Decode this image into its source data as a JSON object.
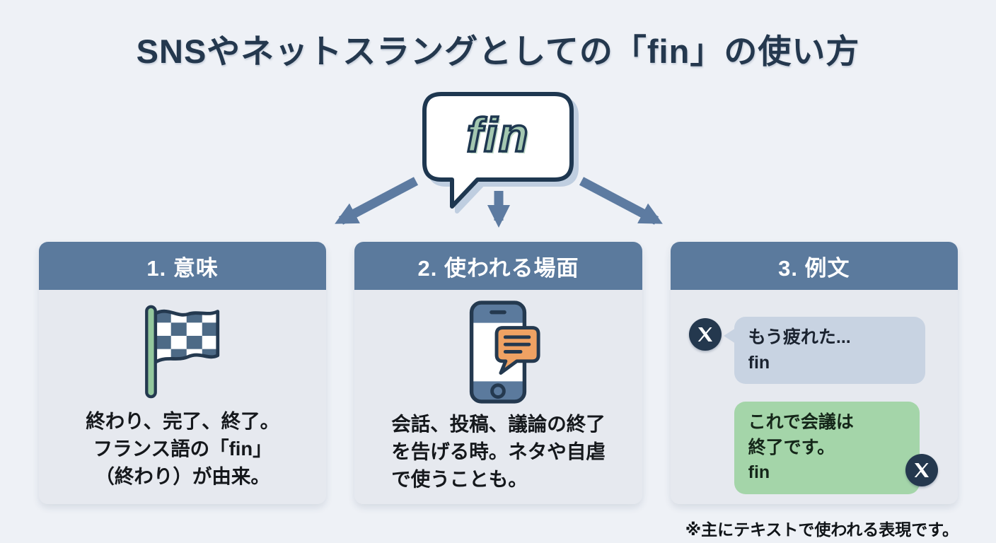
{
  "title": "SNSやネットスラングとしての「fin」の使い方",
  "bubble": {
    "word": "fin"
  },
  "cards": [
    {
      "header": "1. 意味",
      "icon": "checkered-flag",
      "body": "終わり、完了、終了。\nフランス語の「fin」\n（終わり）が由来。"
    },
    {
      "header": "2. 使われる場面",
      "icon": "smartphone-chat",
      "body": "会話、投稿、議論の終了\nを告げる時。ネタや自虐\nで使うことも。"
    },
    {
      "header": "3. 例文",
      "icon": "x-chat",
      "messages": [
        {
          "side": "left",
          "text": "もう疲れた...\nfin"
        },
        {
          "side": "right",
          "text": "これで会議は\n終了です。\nfin"
        }
      ]
    }
  ],
  "footnote": "※主にテキストで使われる表現です。",
  "colors": {
    "background": "#eef1f6",
    "title_navy": "#24384e",
    "header_slate": "#5b7a9d",
    "card_body": "#e6e9ef",
    "arrow_slate": "#5d7ba1",
    "outline_navy": "#1e3750",
    "fin_green": "#a3c7b0",
    "flag_pole_green": "#93c89d",
    "flag_square_slate": "#4d6a86",
    "phone_orange": "#efa263",
    "chat_bubble_gray": "#c8d3e2",
    "chat_bubble_green": "#a4d5a9",
    "x_avatar_navy": "#24384e"
  }
}
